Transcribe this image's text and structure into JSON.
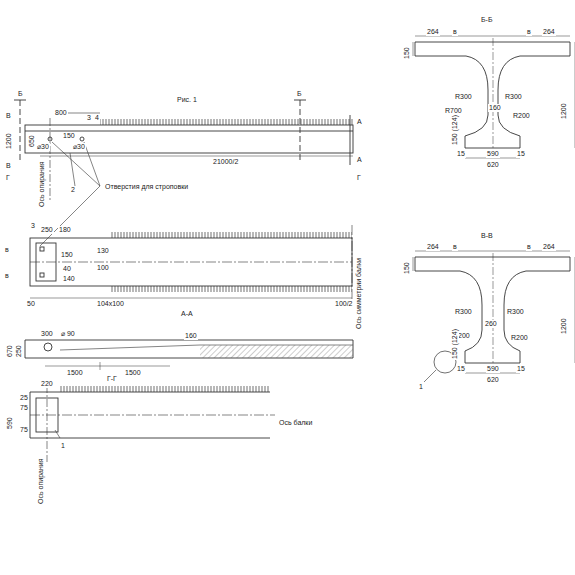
{
  "diagram": {
    "labels": [
      "Б",
      "Рис. 1",
      "Б",
      "800",
      "3",
      "4",
      "1200",
      "650",
      "⌀30",
      "⌀30",
      "150",
      "21000/2",
      "2",
      "Отверстия для строповки",
      "Ось опирания",
      "В",
      "В",
      "Г",
      "А",
      "А",
      "Г",
      "3",
      "250",
      "180",
      "в",
      "в",
      "130",
      "150",
      "40",
      "140",
      "100",
      "Ось симметрии балки",
      "50",
      "104х100",
      "100/2",
      "А-А",
      "300",
      "⌀ 90",
      "160",
      "670",
      "250",
      "1500",
      "1500",
      "Г-Г",
      "220",
      "590",
      "25",
      "75",
      "75",
      "Ось опирания",
      "1",
      "Ось балки",
      "Б-Б",
      "264",
      "в",
      "в",
      "264",
      "150",
      "R300",
      "160",
      "R300",
      "R700",
      "R200",
      "150 (124)",
      "1200",
      "15",
      "590",
      "15",
      "620",
      "В-В",
      "264",
      "в",
      "в",
      "264",
      "150",
      "R300",
      "260",
      "R300",
      "R200",
      "R200",
      "150 (124)",
      "1200",
      "15",
      "590",
      "15",
      "620",
      "1"
    ]
  }
}
